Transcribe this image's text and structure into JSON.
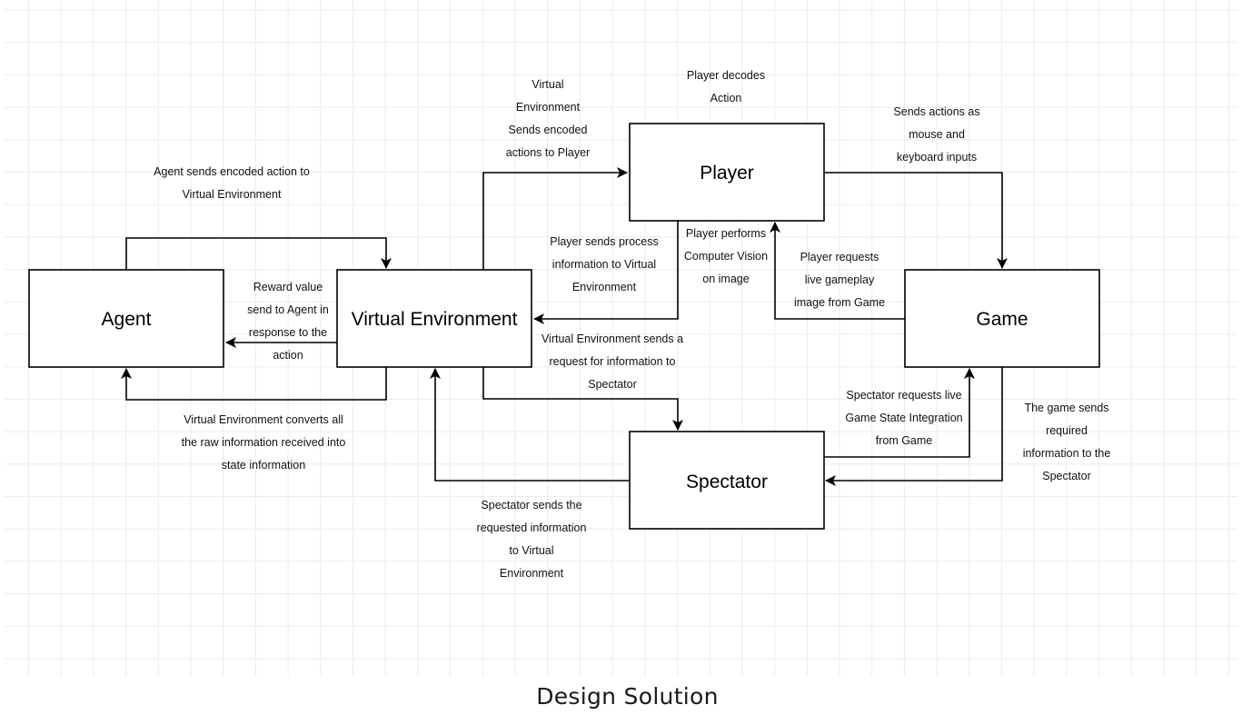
{
  "caption": "Design Solution",
  "nodes": {
    "agent": "Agent",
    "virtual_environment": "Virtual Environment",
    "player": "Player",
    "game": "Game",
    "spectator": "Spectator"
  },
  "edge_labels": {
    "agent_to_ve": "Agent sends encoded action to\nVirtual Environment",
    "ve_to_player": "Virtual\nEnvironment\nSends encoded\nactions to Player",
    "player_decodes": "Player decodes\nAction",
    "player_to_game": "Sends actions as\nmouse and\nkeyboard inputs",
    "player_cv": "Player performs\nComputer Vision\non image",
    "player_to_ve": "Player sends process\ninformation to Virtual\nEnvironment",
    "player_requests_image": "Player requests\nlive gameplay\nimage from Game",
    "ve_to_agent_reward": "Reward value\nsend to Agent in\nresponse to the\naction",
    "ve_to_spectator": "Virtual Environment sends a\nrequest for information to\nSpectator",
    "ve_converts": "Virtual Environment converts all\nthe raw information received into\nstate information",
    "spectator_requests_gsi": "Spectator requests live\nGame State Integration\nfrom Game",
    "game_to_spectator": "The game sends\nrequired\ninformation to the\nSpectator",
    "spectator_to_ve": "Spectator sends the\nrequested information\nto Virtual\nEnvironment"
  }
}
